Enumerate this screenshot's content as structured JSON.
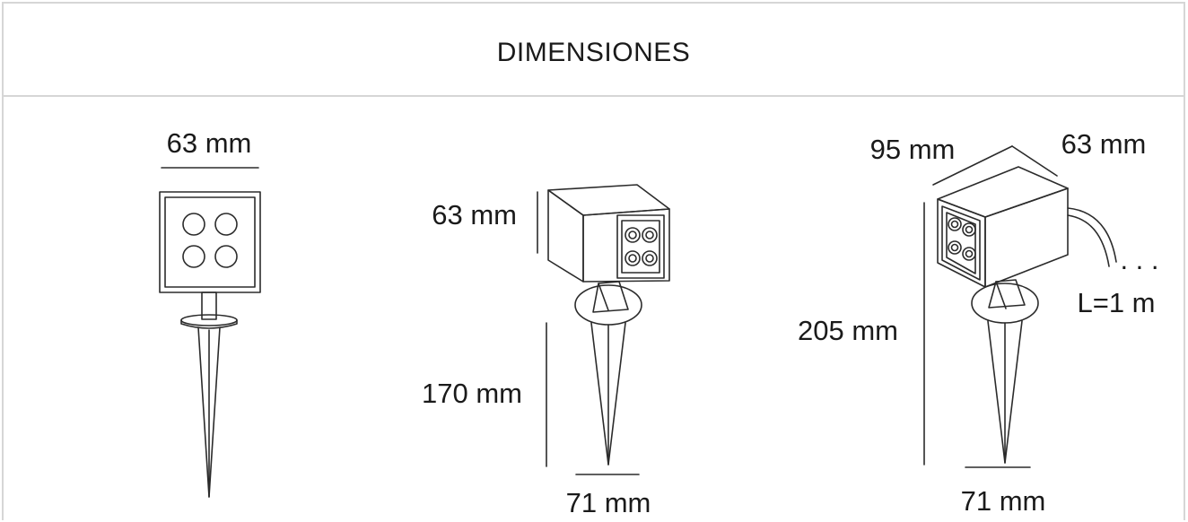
{
  "header": {
    "title": "DIMENSIONES"
  },
  "front_view": {
    "width_label": "63 mm"
  },
  "side_view": {
    "head_height_label": "63 mm",
    "spike_length_label": "170 mm",
    "base_width_label": "71 mm"
  },
  "iso_view": {
    "depth_label": "95 mm",
    "width_label": "63 mm",
    "total_height_label": "205 mm",
    "base_width_label": "71 mm",
    "cable_ellipsis": ". . .",
    "cable_length_label": "L=1 m"
  },
  "colors": {
    "line": "#2b2b2b",
    "border": "#d6d6d6"
  }
}
